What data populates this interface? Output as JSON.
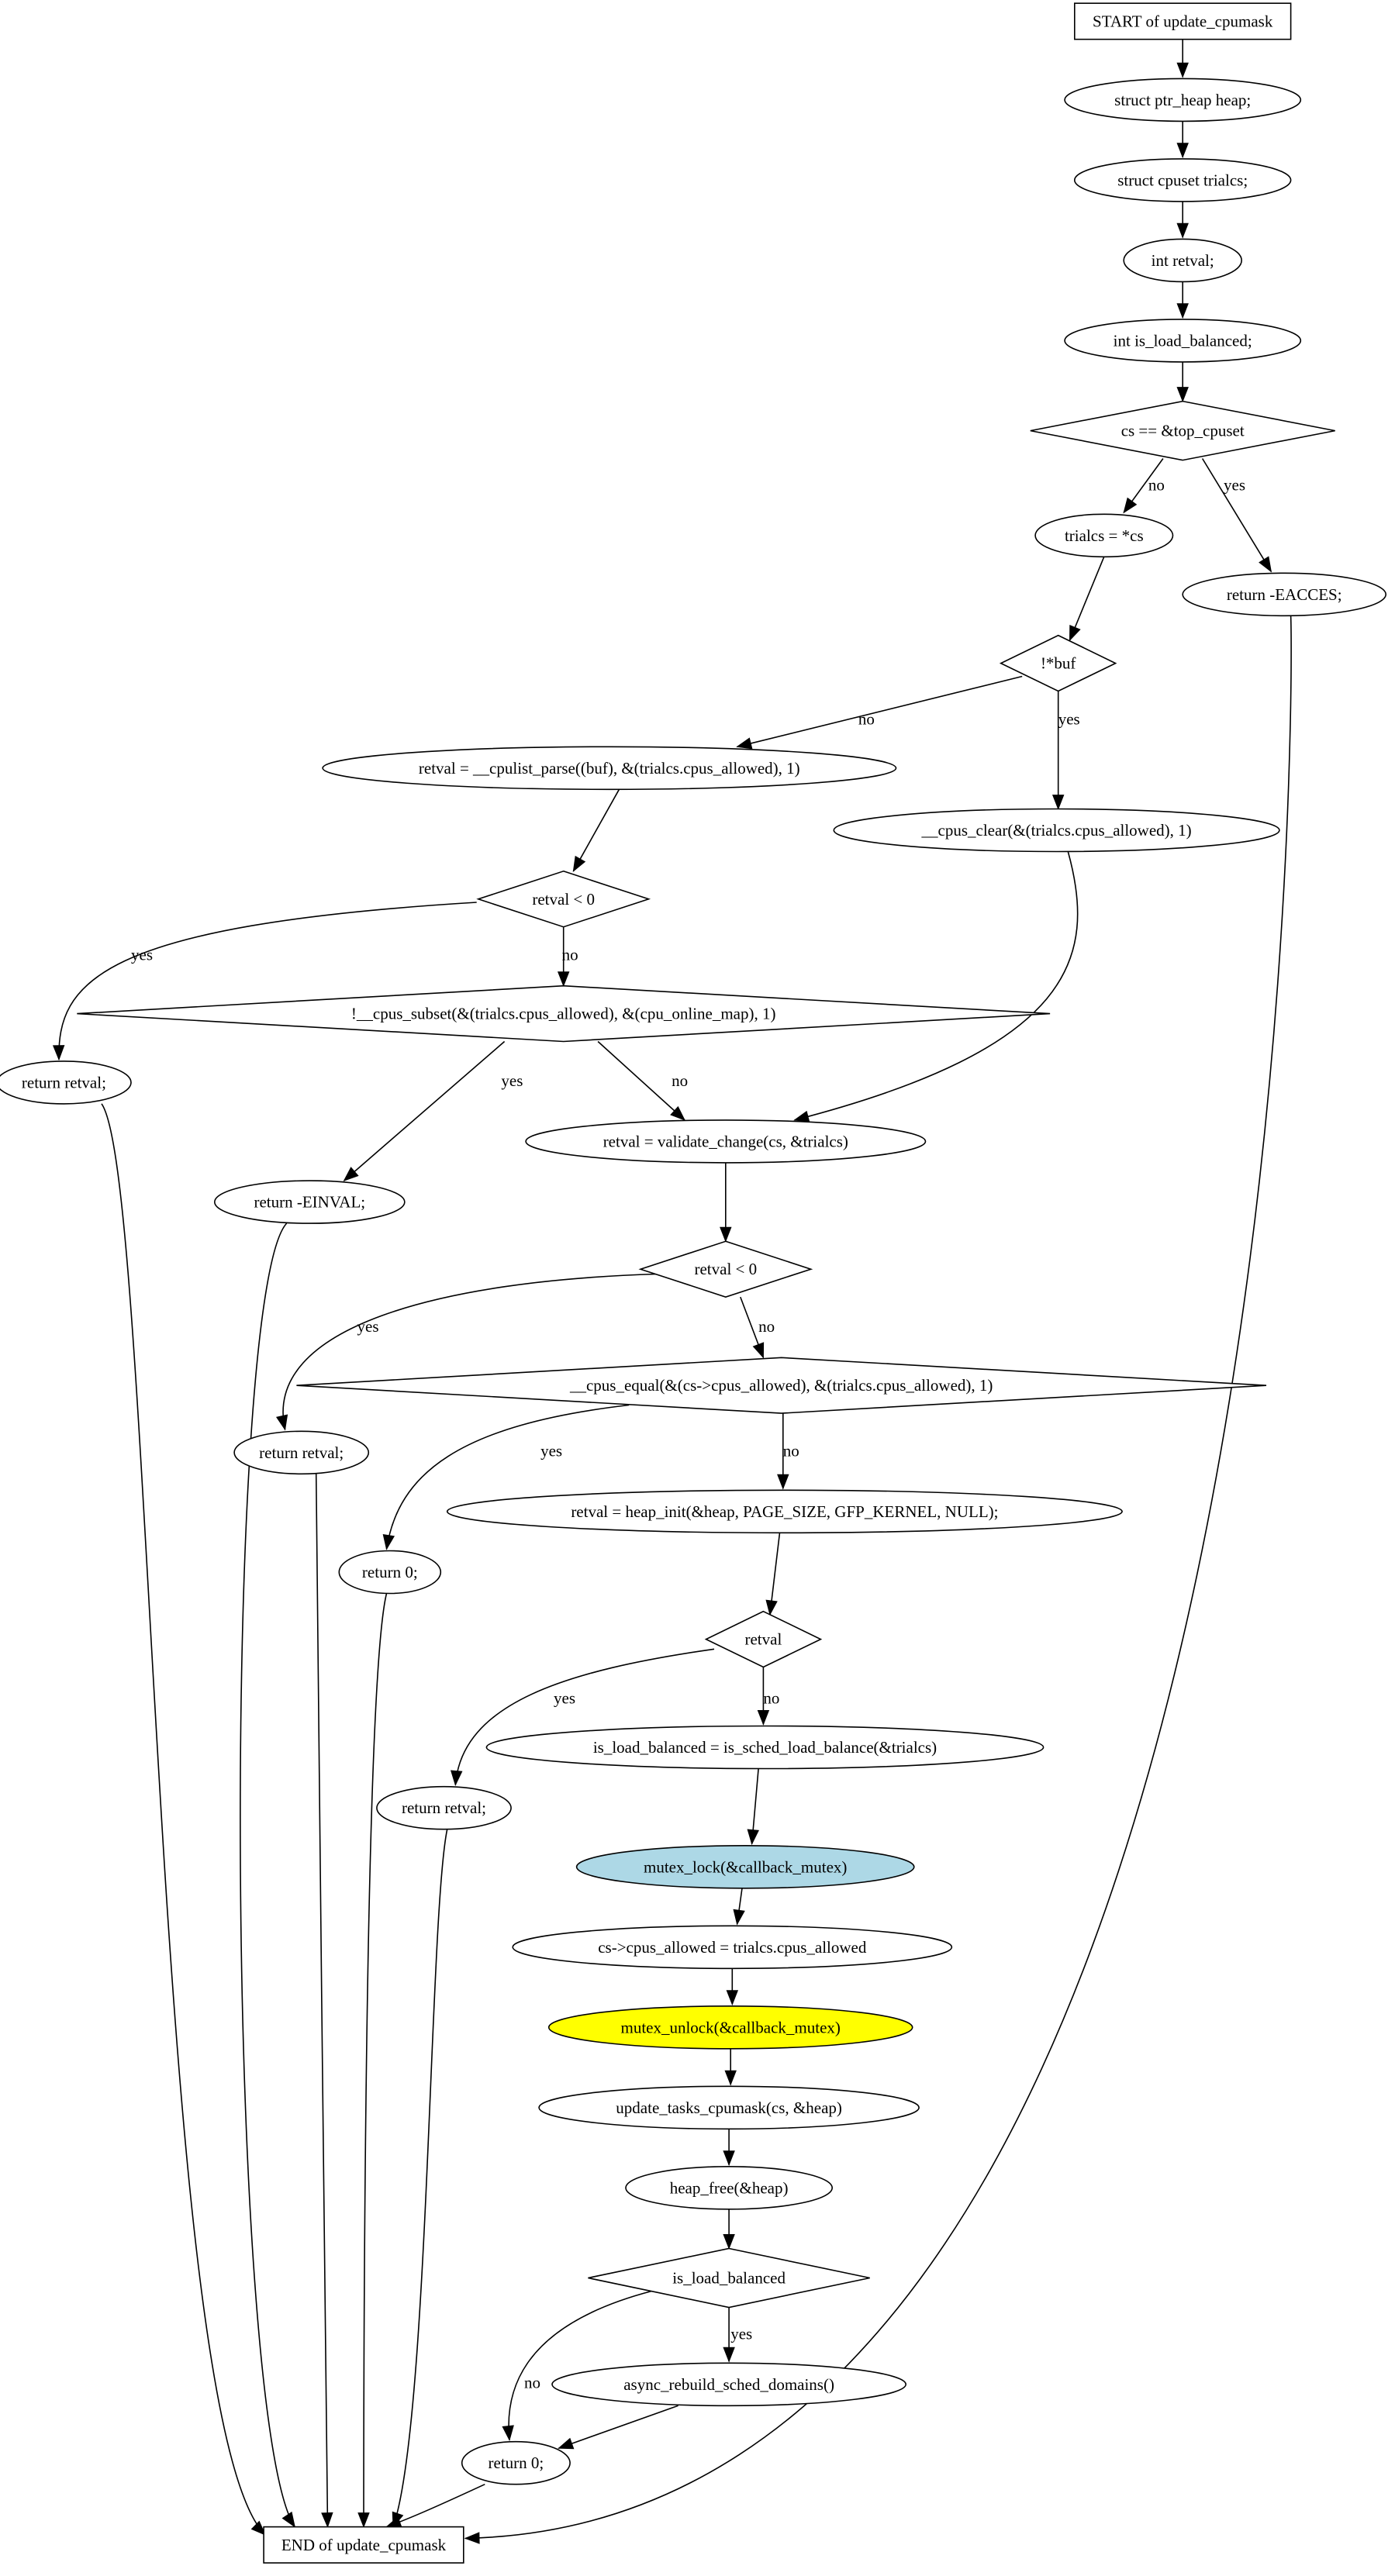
{
  "colors": {
    "default_fill": "#ffffff",
    "stroke": "#000000",
    "mutex_lock_fill": "#add8e6",
    "mutex_unlock_fill": "#ffff00"
  },
  "nodes": [
    {
      "id": "start",
      "shape": "box",
      "text": "START of update_cpumask"
    },
    {
      "id": "heap_decl",
      "shape": "ellipse",
      "text": "struct ptr_heap heap;"
    },
    {
      "id": "trialcs_decl",
      "shape": "ellipse",
      "text": "struct cpuset trialcs;"
    },
    {
      "id": "retval_decl",
      "shape": "ellipse",
      "text": "int retval;"
    },
    {
      "id": "is_load_balanced_decl",
      "shape": "ellipse",
      "text": "int is_load_balanced;"
    },
    {
      "id": "cond_top_cpuset",
      "shape": "diamond",
      "text": "cs == &top_cpuset"
    },
    {
      "id": "trialcs_assign",
      "shape": "ellipse",
      "text": "trialcs = *cs"
    },
    {
      "id": "return_eacces",
      "shape": "ellipse",
      "text": "return -EACCES;"
    },
    {
      "id": "cond_buf",
      "shape": "diamond",
      "text": "!*buf"
    },
    {
      "id": "cpulist_parse",
      "shape": "ellipse",
      "text": "retval = __cpulist_parse((buf), &(trialcs.cpus_allowed), 1)"
    },
    {
      "id": "cpus_clear",
      "shape": "ellipse",
      "text": "__cpus_clear(&(trialcs.cpus_allowed), 1)"
    },
    {
      "id": "cond_retval_lt0_a",
      "shape": "diamond",
      "text": "retval < 0"
    },
    {
      "id": "cond_cpus_subset",
      "shape": "diamond",
      "text": "!__cpus_subset(&(trialcs.cpus_allowed), &(cpu_online_map), 1)"
    },
    {
      "id": "return_retval_a",
      "shape": "ellipse",
      "text": "return retval;"
    },
    {
      "id": "validate_change",
      "shape": "ellipse",
      "text": "retval = validate_change(cs, &trialcs)"
    },
    {
      "id": "return_einval",
      "shape": "ellipse",
      "text": "return -EINVAL;"
    },
    {
      "id": "cond_retval_lt0_b",
      "shape": "diamond",
      "text": "retval < 0"
    },
    {
      "id": "cond_cpus_equal",
      "shape": "diamond",
      "text": "__cpus_equal(&(cs->cpus_allowed), &(trialcs.cpus_allowed), 1)"
    },
    {
      "id": "return_retval_b",
      "shape": "ellipse",
      "text": "return retval;"
    },
    {
      "id": "return_zero_a",
      "shape": "ellipse",
      "text": "return 0;"
    },
    {
      "id": "heap_init",
      "shape": "ellipse",
      "text": "retval = heap_init(&heap, PAGE_SIZE, GFP_KERNEL, NULL);"
    },
    {
      "id": "cond_retval",
      "shape": "diamond",
      "text": "retval"
    },
    {
      "id": "return_retval_c",
      "shape": "ellipse",
      "text": "return retval;"
    },
    {
      "id": "is_sched_load_balance",
      "shape": "ellipse",
      "text": "is_load_balanced = is_sched_load_balance(&trialcs)"
    },
    {
      "id": "mutex_lock",
      "shape": "ellipse",
      "text": "mutex_lock(&callback_mutex)"
    },
    {
      "id": "cpus_allowed_assign",
      "shape": "ellipse",
      "text": "cs->cpus_allowed = trialcs.cpus_allowed"
    },
    {
      "id": "mutex_unlock",
      "shape": "ellipse",
      "text": "mutex_unlock(&callback_mutex)"
    },
    {
      "id": "update_tasks_cpumask",
      "shape": "ellipse",
      "text": "update_tasks_cpumask(cs, &heap)"
    },
    {
      "id": "heap_free",
      "shape": "ellipse",
      "text": "heap_free(&heap)"
    },
    {
      "id": "cond_is_load_balanced",
      "shape": "diamond",
      "text": "is_load_balanced"
    },
    {
      "id": "async_rebuild",
      "shape": "ellipse",
      "text": "async_rebuild_sched_domains()"
    },
    {
      "id": "return_zero_b",
      "shape": "ellipse",
      "text": "return 0;"
    },
    {
      "id": "end",
      "shape": "box",
      "text": "END of update_cpumask"
    }
  ],
  "edges": [
    {
      "id": "e1",
      "from": "start",
      "to": "heap_decl",
      "label": ""
    },
    {
      "id": "e2",
      "from": "heap_decl",
      "to": "trialcs_decl",
      "label": ""
    },
    {
      "id": "e3",
      "from": "trialcs_decl",
      "to": "retval_decl",
      "label": ""
    },
    {
      "id": "e4",
      "from": "retval_decl",
      "to": "is_load_balanced_decl",
      "label": ""
    },
    {
      "id": "e5",
      "from": "is_load_balanced_decl",
      "to": "cond_top_cpuset",
      "label": ""
    },
    {
      "id": "e6",
      "from": "cond_top_cpuset",
      "to": "trialcs_assign",
      "label": "no"
    },
    {
      "id": "e7",
      "from": "cond_top_cpuset",
      "to": "return_eacces",
      "label": "yes"
    },
    {
      "id": "e8",
      "from": "trialcs_assign",
      "to": "cond_buf",
      "label": ""
    },
    {
      "id": "e9",
      "from": "cond_buf",
      "to": "cpulist_parse",
      "label": "no"
    },
    {
      "id": "e10",
      "from": "cond_buf",
      "to": "cpus_clear",
      "label": "yes"
    },
    {
      "id": "e11",
      "from": "cpulist_parse",
      "to": "cond_retval_lt0_a",
      "label": ""
    },
    {
      "id": "e12",
      "from": "cond_retval_lt0_a",
      "to": "return_retval_a",
      "label": "yes"
    },
    {
      "id": "e13",
      "from": "cond_retval_lt0_a",
      "to": "cond_cpus_subset",
      "label": "no"
    },
    {
      "id": "e14",
      "from": "cpus_clear",
      "to": "validate_change",
      "label": ""
    },
    {
      "id": "e15",
      "from": "cond_cpus_subset",
      "to": "return_einval",
      "label": "yes"
    },
    {
      "id": "e16",
      "from": "cond_cpus_subset",
      "to": "validate_change",
      "label": "no"
    },
    {
      "id": "e17",
      "from": "validate_change",
      "to": "cond_retval_lt0_b",
      "label": ""
    },
    {
      "id": "e18",
      "from": "cond_retval_lt0_b",
      "to": "return_retval_b",
      "label": "yes"
    },
    {
      "id": "e19",
      "from": "cond_retval_lt0_b",
      "to": "cond_cpus_equal",
      "label": "no"
    },
    {
      "id": "e20",
      "from": "cond_cpus_equal",
      "to": "return_zero_a",
      "label": "yes"
    },
    {
      "id": "e21",
      "from": "cond_cpus_equal",
      "to": "heap_init",
      "label": "no"
    },
    {
      "id": "e22",
      "from": "heap_init",
      "to": "cond_retval",
      "label": ""
    },
    {
      "id": "e23",
      "from": "cond_retval",
      "to": "return_retval_c",
      "label": "yes"
    },
    {
      "id": "e24",
      "from": "cond_retval",
      "to": "is_sched_load_balance",
      "label": "no"
    },
    {
      "id": "e25",
      "from": "is_sched_load_balance",
      "to": "mutex_lock",
      "label": ""
    },
    {
      "id": "e26",
      "from": "mutex_lock",
      "to": "cpus_allowed_assign",
      "label": ""
    },
    {
      "id": "e27",
      "from": "cpus_allowed_assign",
      "to": "mutex_unlock",
      "label": ""
    },
    {
      "id": "e28",
      "from": "mutex_unlock",
      "to": "update_tasks_cpumask",
      "label": ""
    },
    {
      "id": "e29",
      "from": "update_tasks_cpumask",
      "to": "heap_free",
      "label": ""
    },
    {
      "id": "e30",
      "from": "heap_free",
      "to": "cond_is_load_balanced",
      "label": ""
    },
    {
      "id": "e31",
      "from": "cond_is_load_balanced",
      "to": "async_rebuild",
      "label": "yes"
    },
    {
      "id": "e32",
      "from": "cond_is_load_balanced",
      "to": "return_zero_b",
      "label": "no"
    },
    {
      "id": "e33",
      "from": "async_rebuild",
      "to": "return_zero_b",
      "label": ""
    },
    {
      "id": "e34",
      "from": "return_zero_b",
      "to": "end",
      "label": ""
    },
    {
      "id": "e35",
      "from": "return_eacces",
      "to": "end",
      "label": ""
    },
    {
      "id": "e36",
      "from": "return_retval_a",
      "to": "end",
      "label": ""
    },
    {
      "id": "e37",
      "from": "return_einval",
      "to": "end",
      "label": ""
    },
    {
      "id": "e38",
      "from": "return_retval_b",
      "to": "end",
      "label": ""
    },
    {
      "id": "e39",
      "from": "return_zero_a",
      "to": "end",
      "label": ""
    },
    {
      "id": "e40",
      "from": "return_retval_c",
      "to": "end",
      "label": ""
    }
  ]
}
